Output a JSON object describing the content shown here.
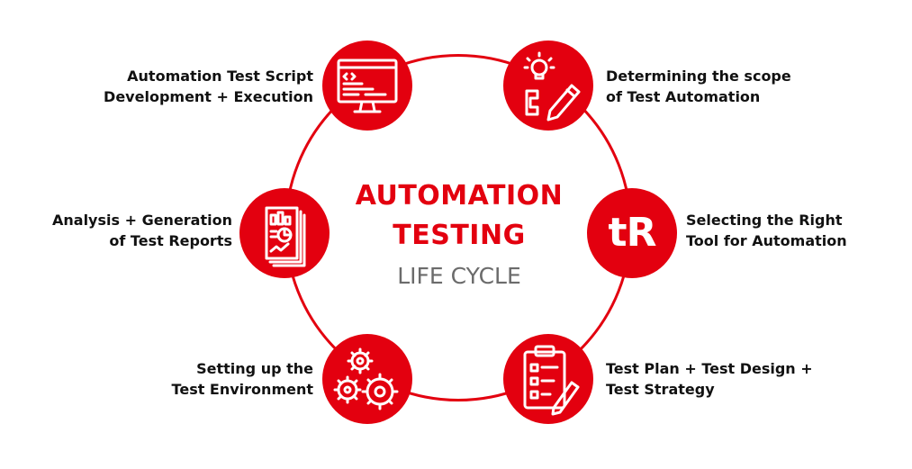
{
  "center": {
    "title_line1": "AUTOMATION",
    "title_line2": "TESTING",
    "subtitle": "LIFE CYCLE"
  },
  "colors": {
    "accent": "#e3000f",
    "text": "#111111",
    "muted": "#6b6b6b"
  },
  "steps": [
    {
      "icon": "lightbulb-pencil-icon",
      "line1": "Determining the scope",
      "line2": "of Test Automation"
    },
    {
      "icon": "tr-logo-icon",
      "logo_text": "tR",
      "line1": "Selecting the Right",
      "line2": "Tool for Automation"
    },
    {
      "icon": "clipboard-checklist-icon",
      "line1": "Test Plan + Test Design +",
      "line2": "Test Strategy"
    },
    {
      "icon": "gears-icon",
      "line1": "Setting up the",
      "line2": "Test Environment"
    },
    {
      "icon": "report-chart-icon",
      "line1": "Analysis + Generation",
      "line2": "of Test Reports"
    },
    {
      "icon": "code-monitor-icon",
      "line1": "Automation Test Script",
      "line2": "Development + Execution"
    }
  ]
}
